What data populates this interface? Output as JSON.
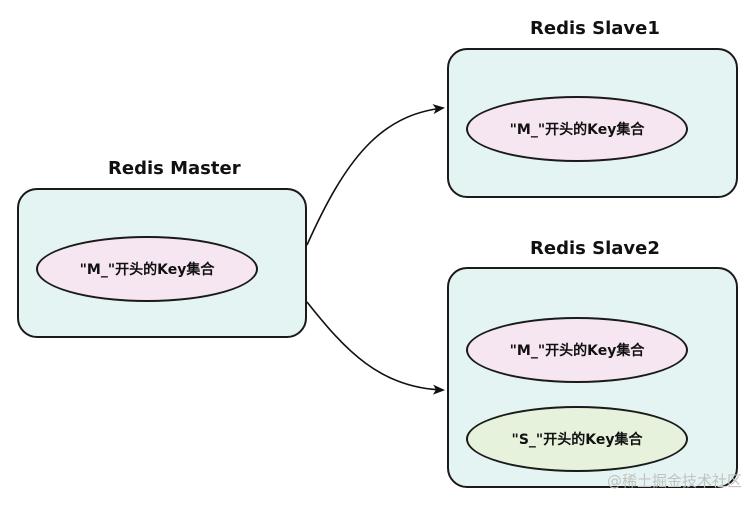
{
  "master": {
    "title": "Redis Master",
    "keysets": [
      {
        "label": "\"M_\"开头的Key集合",
        "color": "#f5e6f1"
      }
    ]
  },
  "slave1": {
    "title": "Redis Slave1",
    "keysets": [
      {
        "label": "\"M_\"开头的Key集合",
        "color": "#f5e6f1"
      }
    ]
  },
  "slave2": {
    "title": "Redis Slave2",
    "keysets": [
      {
        "label": "\"M_\"开头的Key集合",
        "color": "#f5e6f1"
      },
      {
        "label": "\"S_\"开头的Key集合",
        "color": "#e6f2dc"
      }
    ]
  },
  "node_fill": "#e3f4f2",
  "watermark": "@稀土掘金技术社区"
}
